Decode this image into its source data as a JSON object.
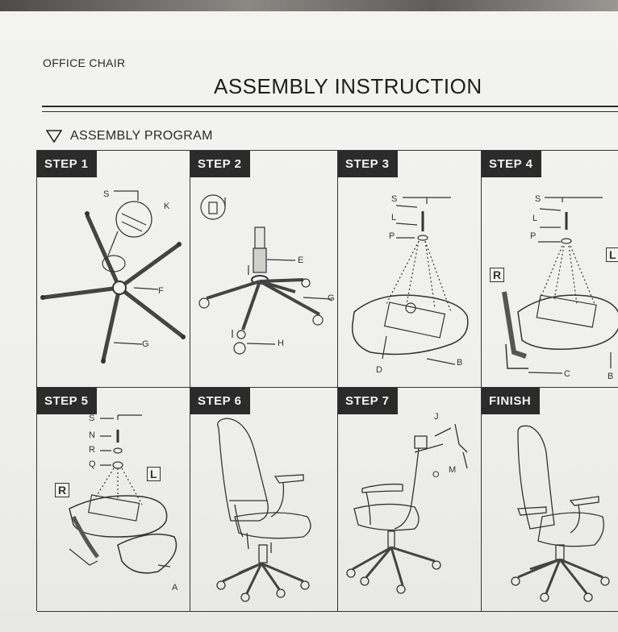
{
  "document": {
    "subtitle": "OFFICE CHAIR",
    "title": "ASSEMBLY INSTRUCTION",
    "section": "ASSEMBLY PROGRAM"
  },
  "steps": [
    {
      "tag": "STEP 1",
      "labels": {
        "s": "S",
        "k": "K",
        "f": "F",
        "g": "G"
      }
    },
    {
      "tag": "STEP 2",
      "labels": {
        "e": "E",
        "g": "G",
        "h": "H"
      }
    },
    {
      "tag": "STEP 3",
      "labels": {
        "s": "S",
        "l": "L",
        "p": "P",
        "d": "D",
        "b": "B"
      }
    },
    {
      "tag": "STEP 4",
      "labels": {
        "s": "S",
        "l": "L",
        "p": "P",
        "c": "C",
        "b": "B",
        "box_r": "R",
        "box_l": "L"
      }
    },
    {
      "tag": "STEP 5",
      "labels": {
        "s": "S",
        "n": "N",
        "r": "R",
        "q": "Q",
        "a": "A",
        "box_r": "R",
        "box_l": "L"
      }
    },
    {
      "tag": "STEP 6",
      "labels": {}
    },
    {
      "tag": "STEP 7",
      "labels": {
        "j": "J",
        "o": "O",
        "m": "M"
      }
    },
    {
      "tag": "FINISH",
      "labels": {}
    }
  ]
}
